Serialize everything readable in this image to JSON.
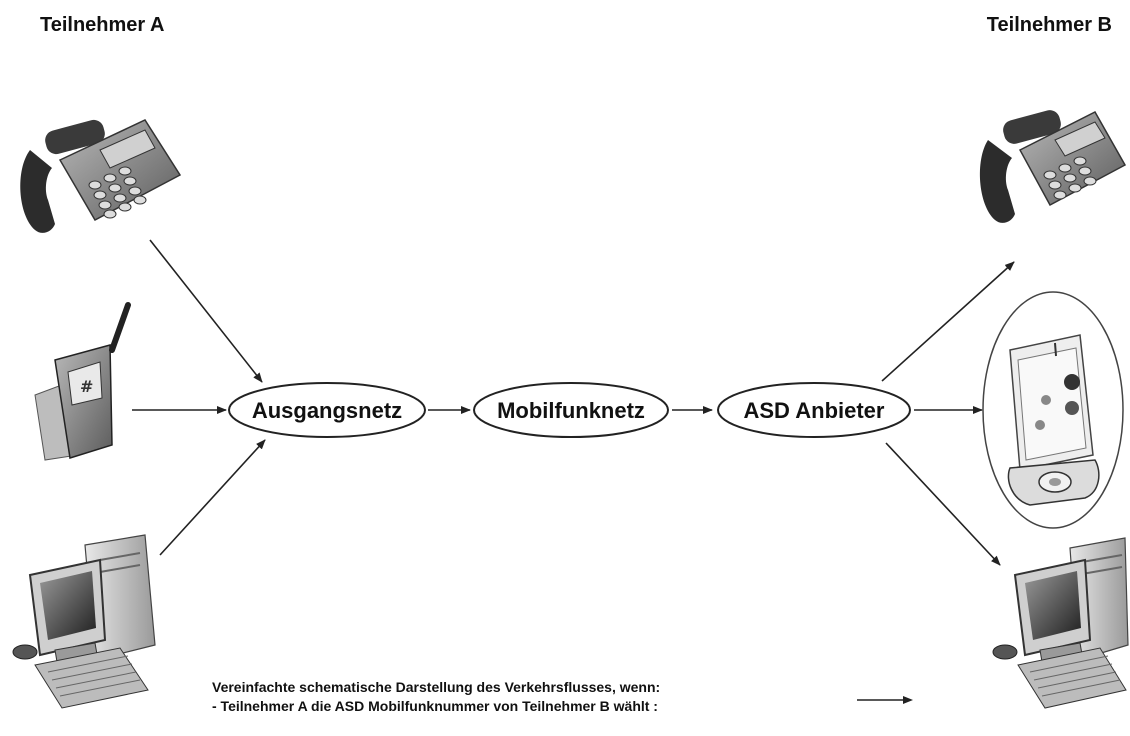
{
  "participants": {
    "a": "Teilnehmer A",
    "b": "Teilnehmer B"
  },
  "nodes": {
    "exit_network": "Ausgangsnetz",
    "mobile_network": "Mobilfunknetz",
    "asd_provider": "ASD Anbieter"
  },
  "devices": {
    "a": [
      "desk-phone-icon",
      "mobile-phone-icon",
      "desktop-computer-icon"
    ],
    "b": [
      "desk-phone-icon",
      "pda-phone-icon",
      "desktop-computer-icon"
    ]
  },
  "caption": {
    "line1": "Vereinfachte schematische Darstellung des Verkehrsflusses, wenn:",
    "line2": "- Teilnehmer A die ASD Mobilfunknummer von Teilnehmer B wählt :"
  },
  "colors": {
    "line": "#222222",
    "device_gray": "#8c8c8c",
    "device_dark": "#3a3a3a"
  }
}
